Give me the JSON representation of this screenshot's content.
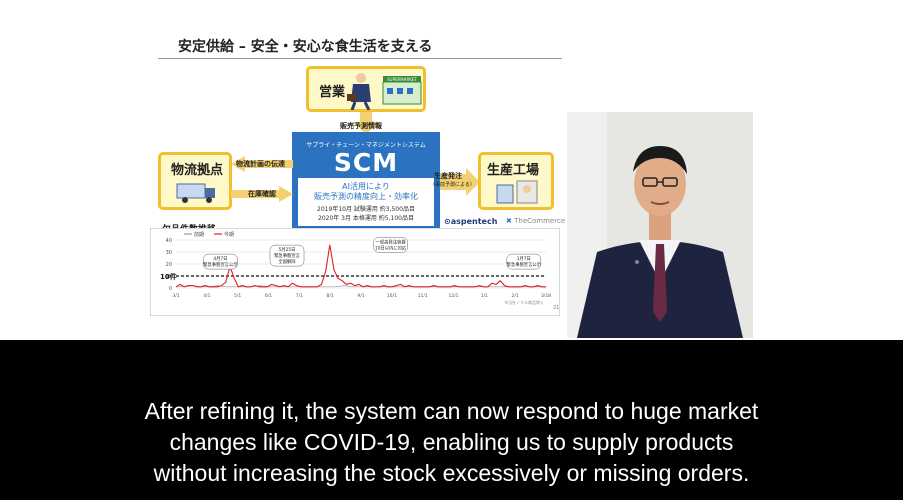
{
  "slide": {
    "title": "安定供給 – 安全・安心な食生活を支える",
    "sales_label": "営業",
    "sales_sign": "SUPERMARKET",
    "sales_forecast": "販売予測情報",
    "dist_label": "物流拠点",
    "prod_label": "生産工場",
    "logistics_plan": "物流計画の伝達",
    "inventory_check": "在庫確認",
    "prod_order": "生産発注",
    "prod_order_sub": "（事前予測による）",
    "scm_subtitle": "サプライ・チェーン・マネジメントシステム",
    "scm_main": "SCM",
    "scm_line1": "AI活用により",
    "scm_line2": "販売予測の精度向上・効率化",
    "scm_line3": "2019年10月  試験運用  約3,500品目",
    "scm_line4": "2020年  3月  本格運用  約5,100品目",
    "logo_aspen": "aspentech",
    "logo_cross": "✖",
    "logo_tc": "TheCommerce",
    "slide_number": "21"
  },
  "chart_data": {
    "type": "line",
    "title": "欠品件数推移",
    "series": [
      {
        "name": "前期",
        "color": "#999999",
        "values": [
          1,
          1,
          2,
          1,
          1,
          2,
          1,
          1,
          1,
          1,
          2,
          1,
          1,
          1,
          1,
          1,
          1,
          1,
          1,
          1,
          2,
          1,
          1,
          1,
          1,
          1,
          1,
          1,
          1,
          1,
          1,
          1,
          1,
          1,
          1,
          1,
          1,
          1,
          1,
          1,
          1,
          1,
          1,
          1,
          1
        ]
      },
      {
        "name": "今期",
        "color": "#e02020",
        "values": [
          1,
          3,
          1,
          2,
          2,
          1,
          1,
          2,
          1,
          1,
          1,
          2,
          5,
          18,
          8,
          1,
          2,
          1,
          1,
          2,
          1,
          1,
          1,
          3,
          2,
          1,
          2,
          1,
          4,
          2,
          1,
          1,
          1,
          1,
          1,
          3,
          14,
          36,
          15,
          8,
          6,
          3,
          4,
          2,
          3,
          1,
          2,
          1,
          1,
          1,
          2,
          1,
          1,
          2,
          3,
          1,
          2,
          1,
          1,
          1,
          1,
          1,
          2,
          1,
          1,
          1,
          1,
          2,
          1,
          1,
          1,
          1,
          1,
          2,
          1,
          1,
          4,
          3,
          6,
          2,
          1,
          1,
          1,
          1,
          2,
          1,
          1,
          2,
          1,
          1
        ]
      }
    ],
    "threshold": {
      "value": 10,
      "label": "10件"
    },
    "y_ticks": [
      "0",
      "10",
      "20",
      "30",
      "40"
    ],
    "ylim": [
      0,
      40
    ],
    "x_ticks": [
      "3/1",
      "4/1",
      "5/1",
      "6/1",
      "7/1",
      "8/1",
      "9/1",
      "10/1",
      "11/1",
      "12/1",
      "1/1",
      "2/1",
      "3/18"
    ],
    "annotations": [
      {
        "x_frac": 0.12,
        "y": 22,
        "line1": "4月7日",
        "line2": "緊急事態宣言公示"
      },
      {
        "x_frac": 0.3,
        "y": 27,
        "line1": "5月25日",
        "line2": "緊急事態宣言",
        "line3": "全国解除"
      },
      {
        "x_frac": 0.58,
        "y": 36,
        "line1": "一部高発注容器",
        "line2": "10日以内に対応"
      },
      {
        "x_frac": 0.94,
        "y": 22,
        "line1": "1月7日",
        "line2": "緊急事態宣言公示"
      }
    ],
    "footnote": "※当社ノマル商品除く",
    "legend": "top-left"
  },
  "caption": {
    "line1": "After refining it, the system can now respond to huge market",
    "line2": "changes like COVID-19, enabling us to supply products",
    "line3": "without increasing the stock excessively or missing orders."
  }
}
